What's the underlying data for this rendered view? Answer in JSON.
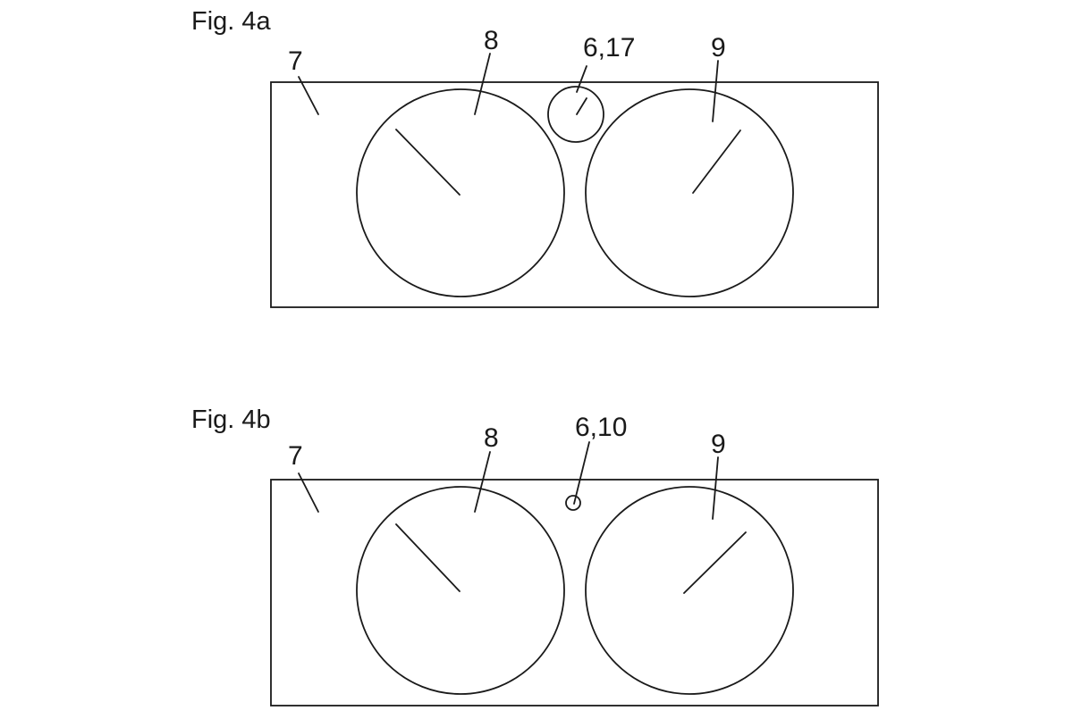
{
  "figures": [
    {
      "title": "Fig. 4a",
      "labels": {
        "housing": "7",
        "left_dial": "8",
        "indicator": "6,17",
        "right_dial": "9"
      }
    },
    {
      "title": "Fig. 4b",
      "labels": {
        "housing": "7",
        "left_dial": "8",
        "indicator": "6,10",
        "right_dial": "9"
      }
    }
  ]
}
